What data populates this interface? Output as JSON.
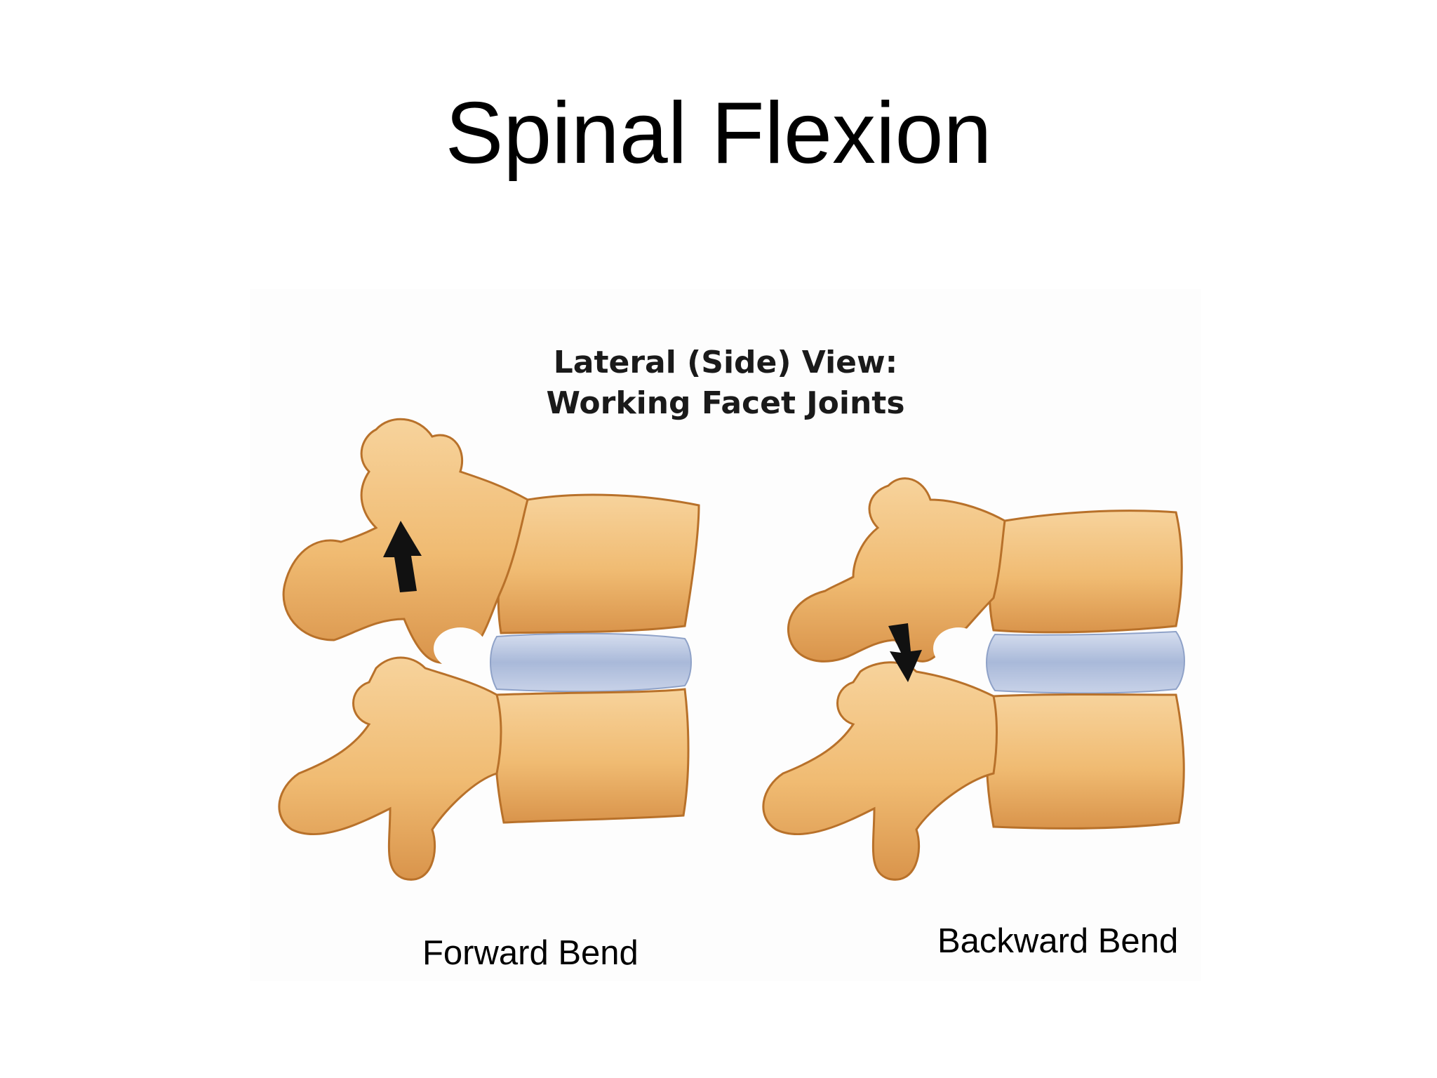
{
  "slide": {
    "title": "Spinal Flexion"
  },
  "figure": {
    "heading_line1": "Lateral (Side) View:",
    "heading_line2": "Working Facet Joints",
    "illustrations": [
      {
        "caption": "Forward Bend",
        "arrow_direction": "up",
        "icon": "vertebrae-forward-bend-illustration"
      },
      {
        "caption": "Backward Bend",
        "arrow_direction": "down",
        "icon": "vertebrae-backward-bend-illustration"
      }
    ],
    "colors": {
      "bone": "#f2c27d",
      "bone_shadow": "#d99448",
      "bone_outline": "#b8712a",
      "disc": "#b8c6e0",
      "arrow": "#111111"
    }
  }
}
